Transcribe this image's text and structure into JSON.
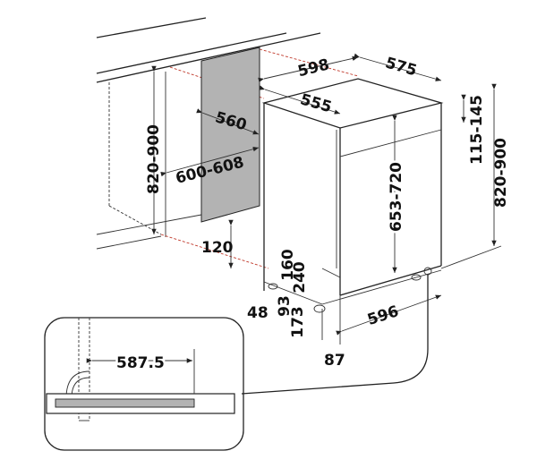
{
  "title": "Dishwasher installation dimensions",
  "colors": {
    "line": "#222222",
    "panel": "#b3b3b3",
    "dashed_red": "#c0392b"
  },
  "dimensions": {
    "appliance_width": "598",
    "appliance_depth": "575",
    "top_depth": "555",
    "niche_depth": "560",
    "niche_width": "600-608",
    "niche_height": "820-900",
    "plinth_range": "115-145",
    "total_height": "820-900",
    "door_height": "653-720",
    "plinth_depth": "120",
    "foot_160": "160",
    "foot_240": "240",
    "foot_48": "48",
    "foot_93": "93",
    "foot_173": "173",
    "base_width": "596",
    "side_offset": "87",
    "detail_width": "587.5"
  }
}
